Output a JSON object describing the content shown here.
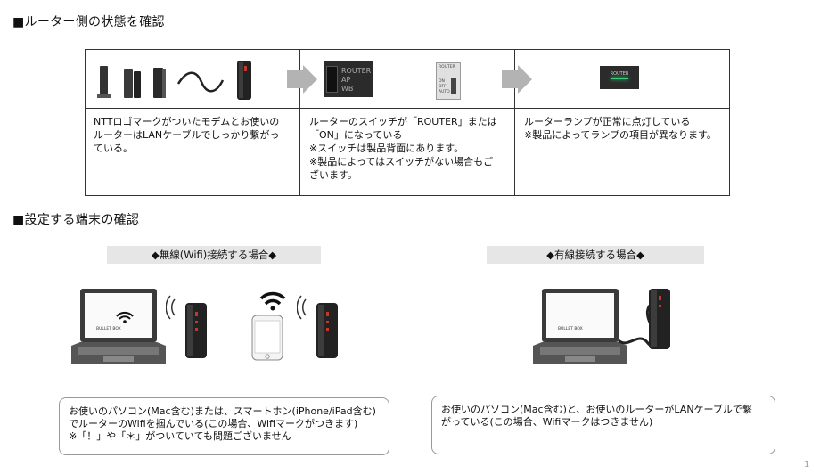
{
  "section1": {
    "title": "■ルーター側の状態を確認",
    "steps": [
      {
        "text": "NTTロゴマークがついたモデムとお使いの\nルーターはLANケーブルでしっかり繋がっ\nている。"
      },
      {
        "text": "ルーターのスイッチが「ROUTER」または\n「ON」になっている\n※スイッチは製品背面にあります。\n※製品によってはスイッチがない場合もご\nざいます。"
      },
      {
        "text": "ルーターランプが正常に点灯している\n※製品によってランプの項目が異なります。"
      }
    ],
    "switch_labels": {
      "router": "ROUTER",
      "ap": "AP",
      "wb": "WB"
    },
    "switch_small": {
      "router": "ROUTER",
      "on": "ON",
      "off": "OFF",
      "auto": "AUTO"
    },
    "lamp_label": "ROUTER"
  },
  "section2": {
    "title": "■設定する端末の確認",
    "wireless": {
      "label": "◆無線(Wifi)接続する場合◆",
      "note": "お使いのパソコン(Mac含む)または、スマートホン(iPhone/iPad含む)\nでルーターのWifiを掴んでいる(この場合、Wifiマークがつきます)\n※「！」や「＊」がついていても問題ございません",
      "laptop_brand": "BULLET BOX"
    },
    "wired": {
      "label": "◆有線接続する場合◆",
      "note": "お使いのパソコン(Mac含む)と、お使いのルーターがLANケーブルで繋\nがっている(この場合、Wifiマークはつきません)",
      "laptop_brand": "BULLET BOX"
    }
  },
  "page_number": "1",
  "colors": {
    "router_accent": "#c0392b",
    "arrow_gray": "#b3b3b3",
    "band_gray": "#e6e6e6"
  }
}
